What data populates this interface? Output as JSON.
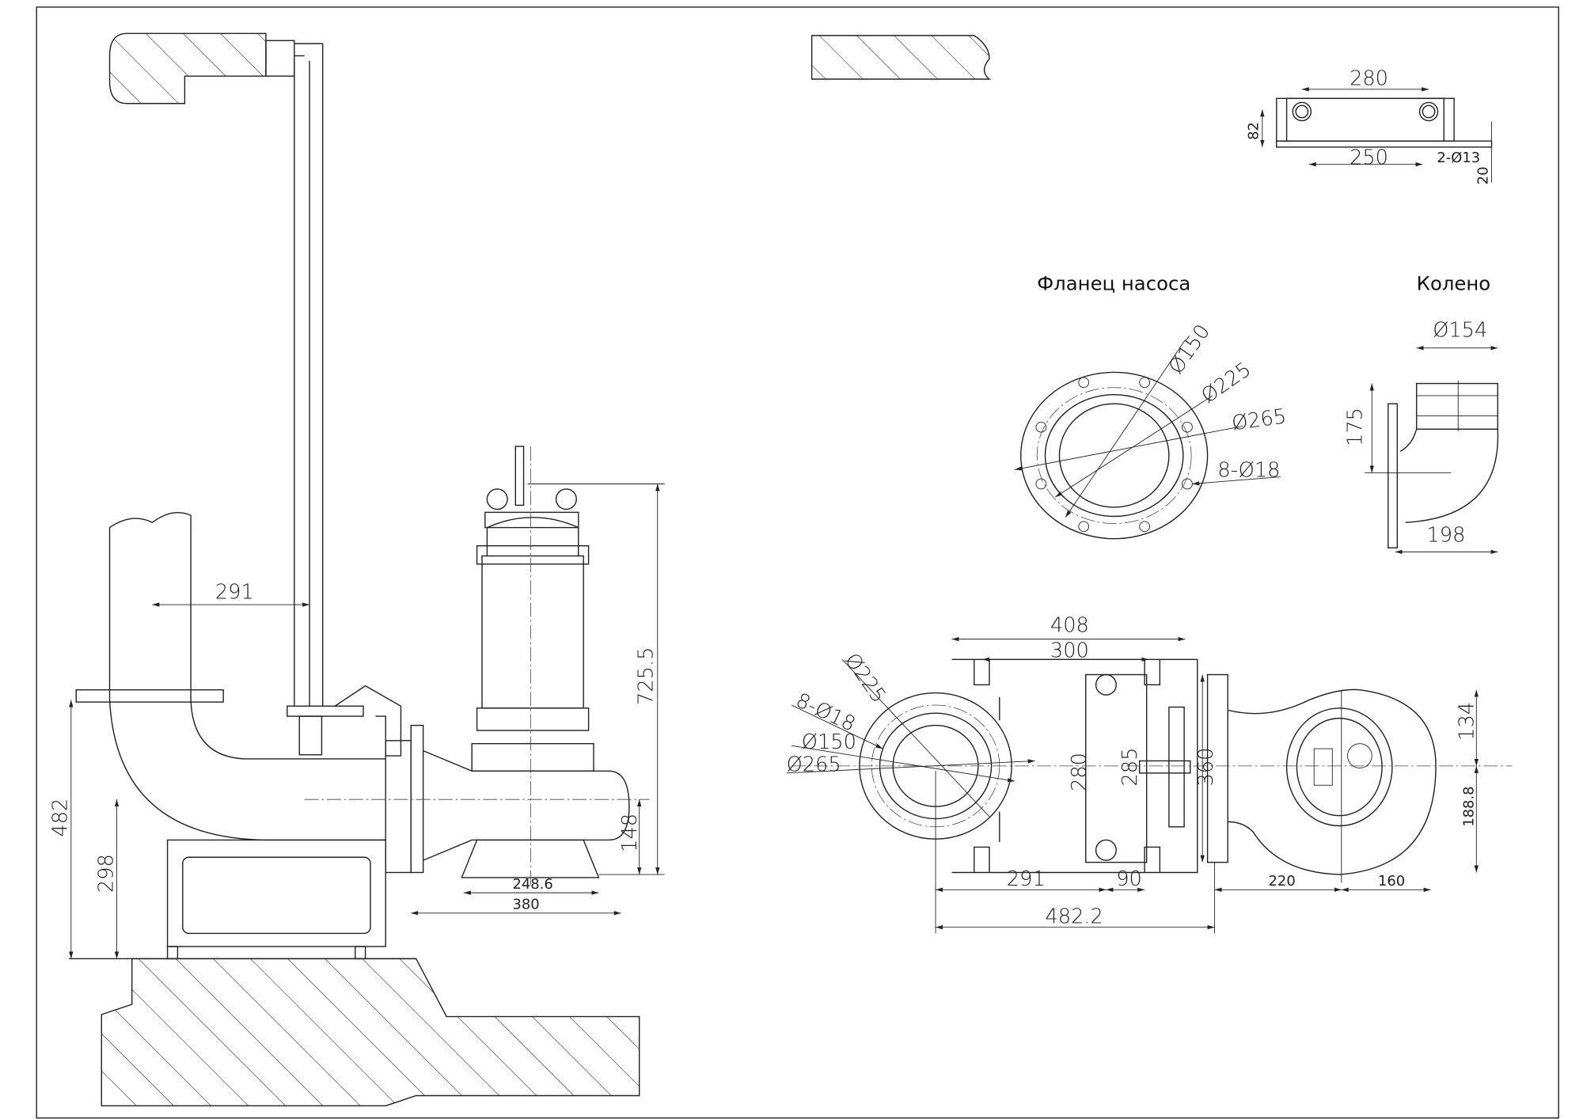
{
  "titles": {
    "pump_flange": "Фланец насоса",
    "elbow": "Колено"
  },
  "bracket": {
    "width_280": "280",
    "height_82": "82",
    "hole_250": "250",
    "holes": "2-Ø13",
    "thick_20": "20"
  },
  "flange": {
    "d150": "Ø150",
    "d225": "Ø225",
    "d265": "Ø265",
    "bolts": "8-Ø18"
  },
  "elbow": {
    "d154": "Ø154",
    "h175": "175",
    "w198": "198"
  },
  "plan": {
    "d408": "408",
    "d300": "300",
    "d225": "Ø225",
    "bolts": "8-Ø18",
    "d150": "Ø150",
    "d265": "Ø265",
    "d280": "280",
    "d285": "285",
    "d360": "360",
    "d134": "134",
    "d188_8": "188.8",
    "d291": "291",
    "d90": "90",
    "d220": "220",
    "d160": "160",
    "d482_2": "482.2"
  },
  "elevation": {
    "d291": "291",
    "d482": "482",
    "d298": "298",
    "d725_5": "725.5",
    "d148": "148",
    "d248_6": "248.6",
    "d380": "380"
  }
}
